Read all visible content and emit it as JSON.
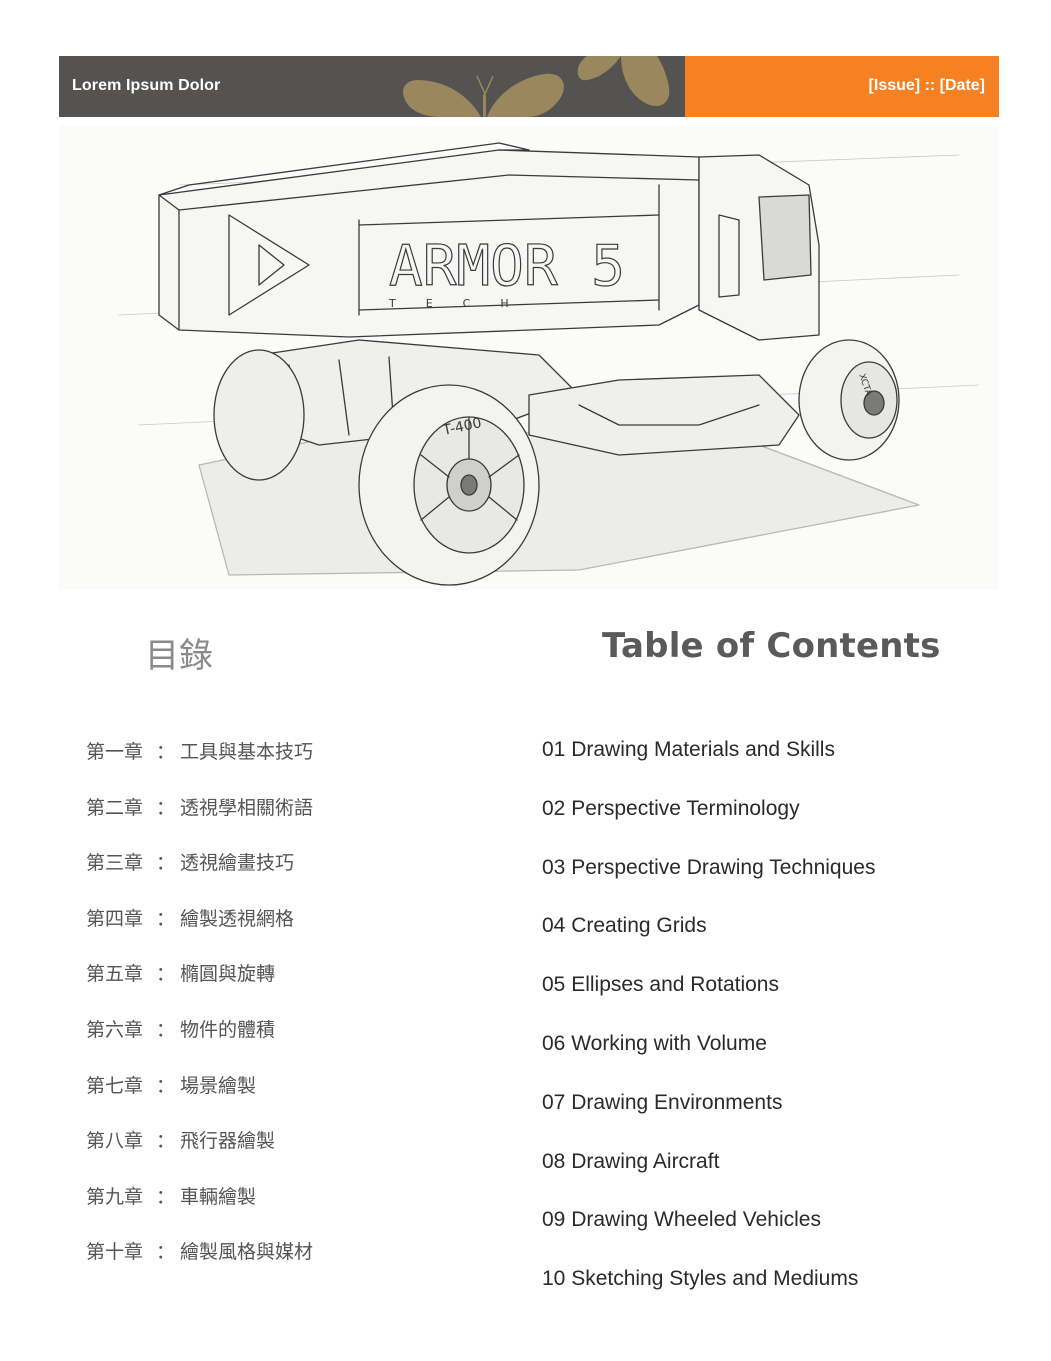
{
  "header": {
    "title": "Lorem Ipsum Dolor",
    "issue": "[Issue] :: [Date]",
    "colors": {
      "dark": "#545352",
      "accent": "#f58123",
      "butterfly": "#9b875d"
    }
  },
  "illustration": {
    "icon": "vehicle-sketch-image",
    "side_text": "ARMOR 5",
    "brand_text": "TECH",
    "wheel_text": "T-400",
    "rear_wheel_text": "XCTA"
  },
  "toc": {
    "cn_title": "目錄",
    "en_title": "Table of Contents",
    "cn_items": [
      {
        "num": "第一章",
        "sep": "：",
        "title": "工具與基本技巧"
      },
      {
        "num": "第二章",
        "sep": "：",
        "title": "透視學相關術語"
      },
      {
        "num": "第三章",
        "sep": "：",
        "title": "透視繪畫技巧"
      },
      {
        "num": "第四章",
        "sep": "：",
        "title": "繪製透視網格"
      },
      {
        "num": "第五章",
        "sep": "：",
        "title": "橢圓與旋轉"
      },
      {
        "num": "第六章",
        "sep": "：",
        "title": "物件的體積"
      },
      {
        "num": "第七章",
        "sep": "：",
        "title": "場景繪製"
      },
      {
        "num": "第八章",
        "sep": "：",
        "title": "飛行器繪製"
      },
      {
        "num": "第九章",
        "sep": "：",
        "title": "車輛繪製"
      },
      {
        "num": "第十章",
        "sep": "：",
        "title": "繪製風格與媒材"
      }
    ],
    "en_items": [
      "01 Drawing Materials and Skills",
      "02 Perspective Terminology",
      "03 Perspective Drawing Techniques",
      "04 Creating Grids",
      "05 Ellipses and Rotations",
      "06 Working with Volume",
      "07 Drawing Environments",
      "08 Drawing Aircraft",
      "09 Drawing Wheeled Vehicles",
      "10 Sketching Styles and Mediums"
    ]
  }
}
